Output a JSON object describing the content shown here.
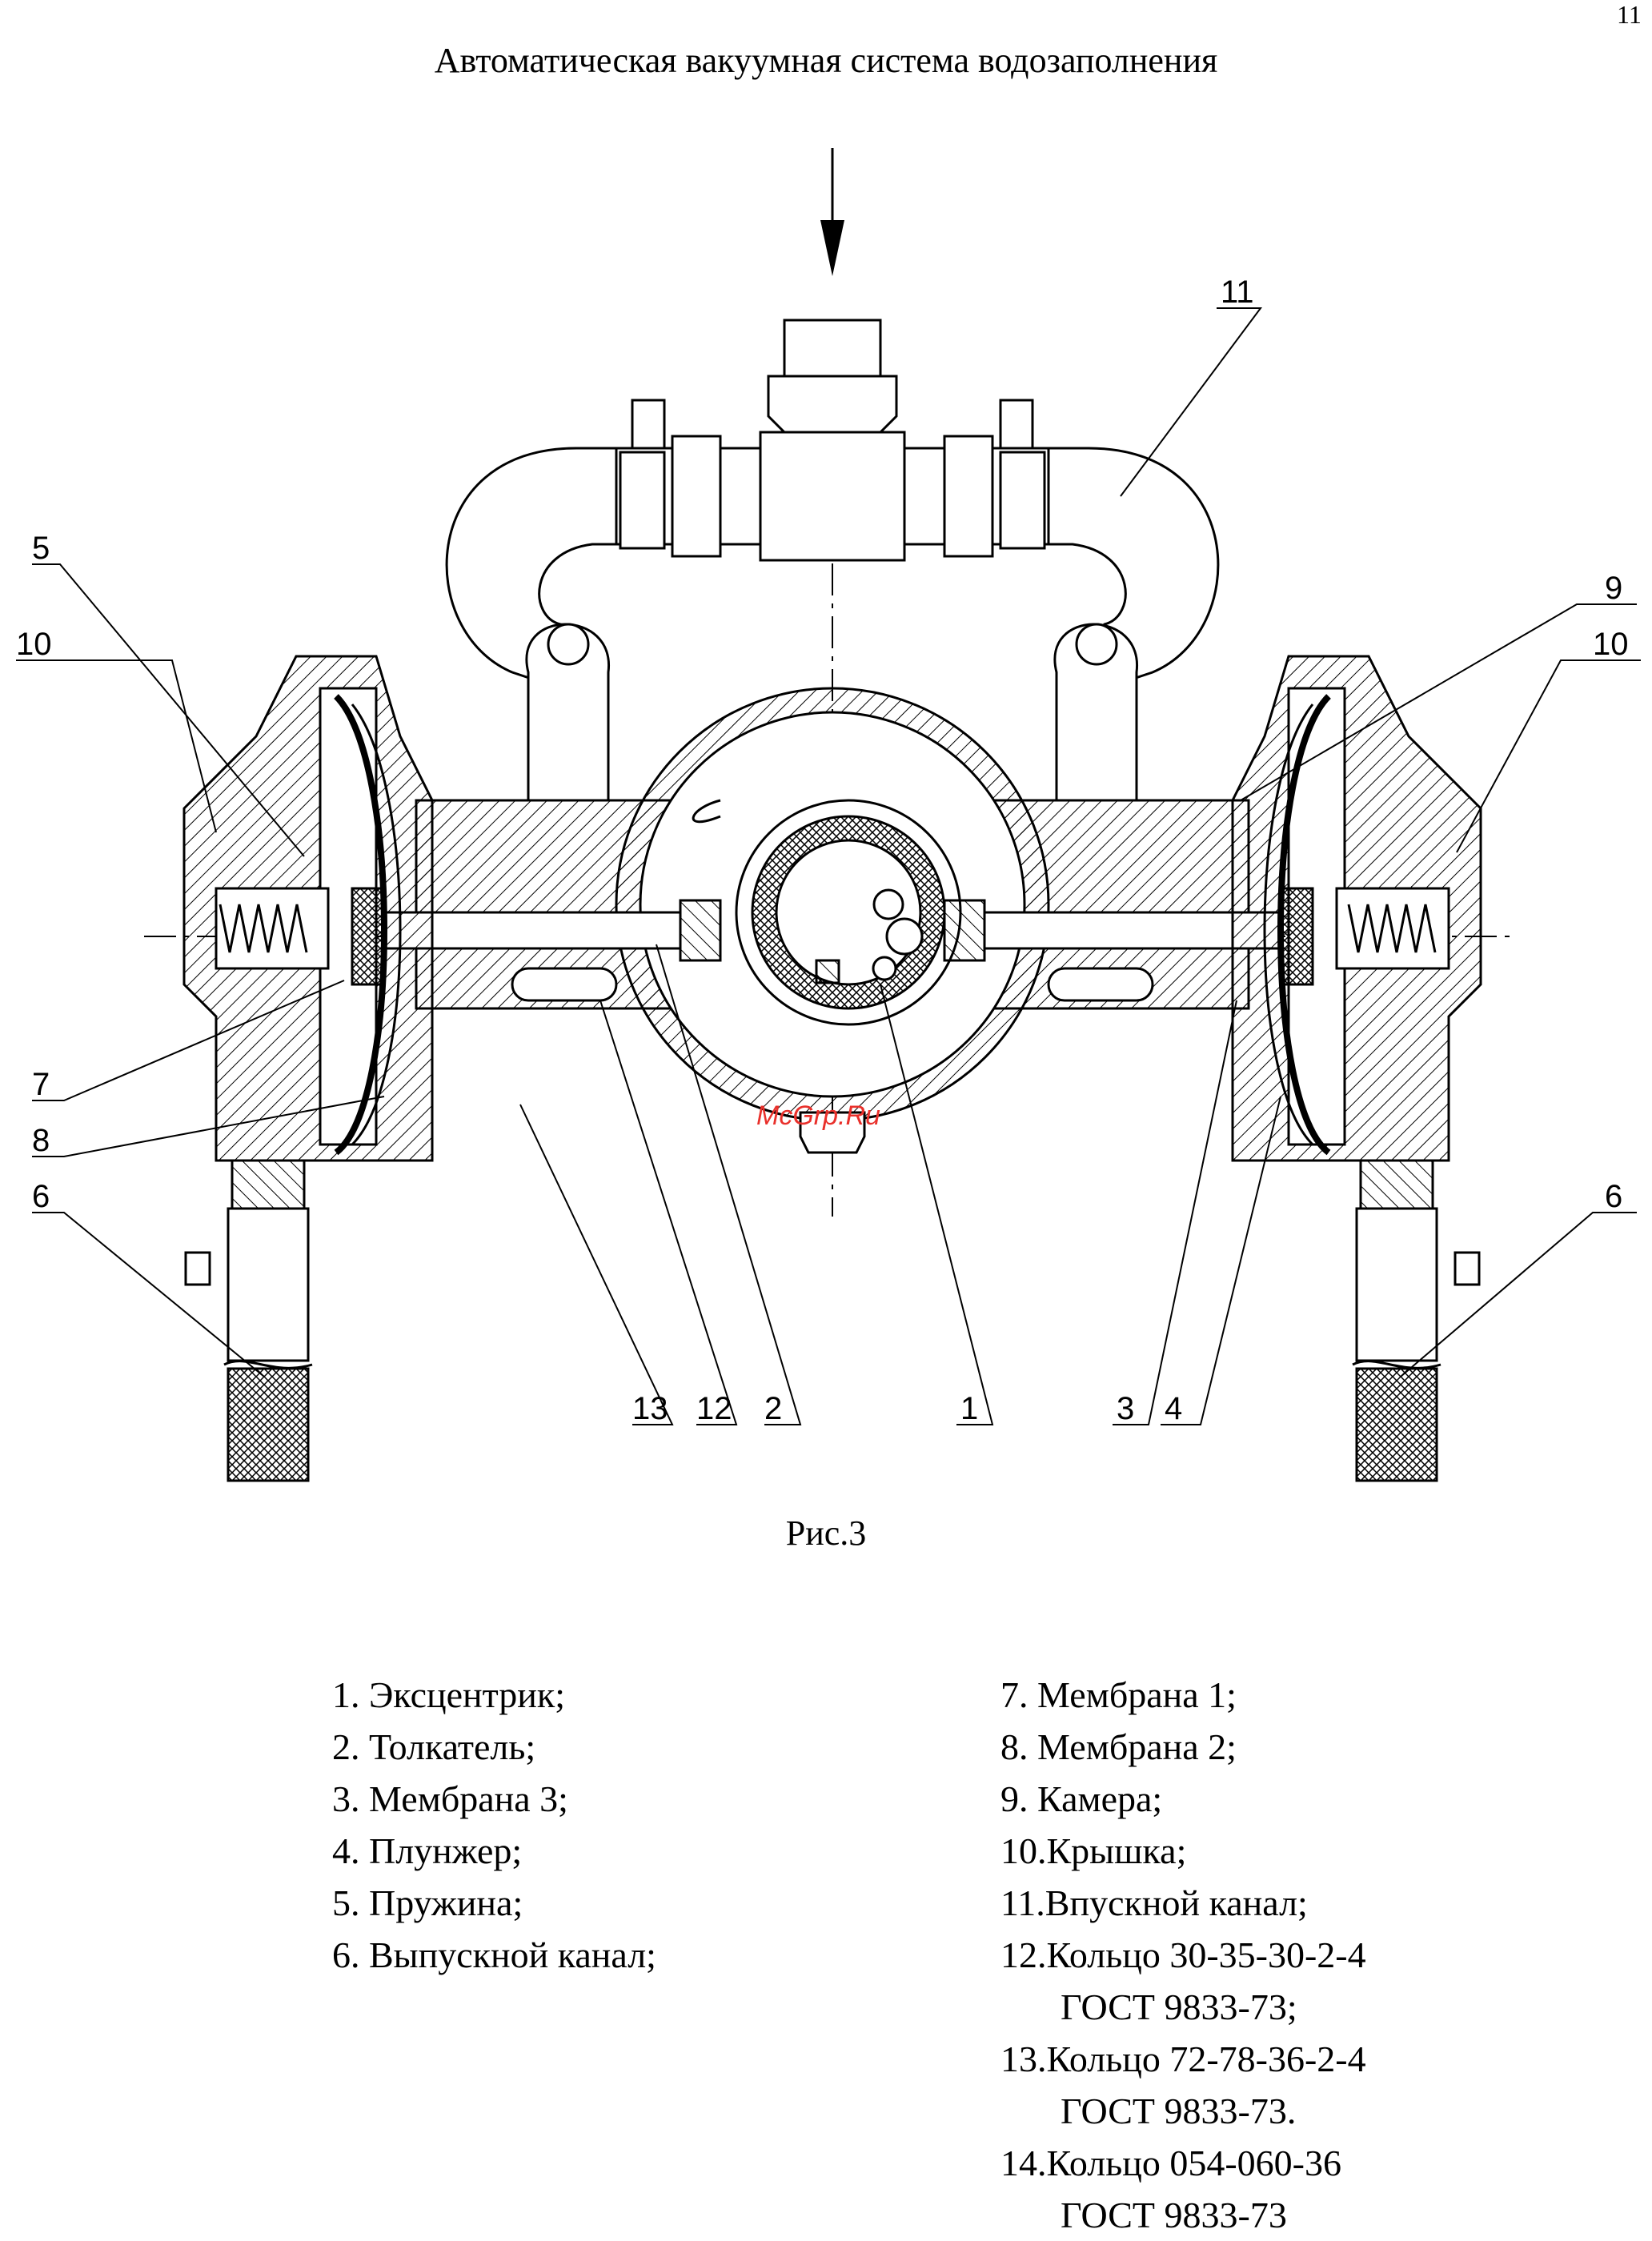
{
  "page_number": "11",
  "title": "Автоматическая вакуумная система водозаполнения",
  "figure_caption": "Рис.3",
  "watermark": "McGrp.Ru",
  "callouts": {
    "c1": "1",
    "c2": "2",
    "c3": "3",
    "c4": "4",
    "c5": "5",
    "c6_left": "6",
    "c6_right": "6",
    "c7": "7",
    "c8": "8",
    "c9": "9",
    "c10_left": "10",
    "c10_right": "10",
    "c11": "11",
    "c12": "12",
    "c13": "13"
  },
  "legend_left": [
    "1.  Эксцентрик;",
    "2.  Толкатель;",
    "3.  Мембрана 3;",
    "4.  Плунжер;",
    "5.  Пружина;",
    "6.  Выпускной канал;"
  ],
  "legend_right": [
    {
      "line": "7.  Мембрана 1;",
      "cont": ""
    },
    {
      "line": "8.  Мембрана 2;",
      "cont": ""
    },
    {
      "line": "9.  Камера;",
      "cont": ""
    },
    {
      "line": "10.Крышка;",
      "cont": ""
    },
    {
      "line": "11.Впускной канал;",
      "cont": ""
    },
    {
      "line": "12.Кольцо 30-35-30-2-4",
      "cont": "ГОСТ 9833-73;"
    },
    {
      "line": "13.Кольцо 72-78-36-2-4",
      "cont": "ГОСТ 9833-73."
    },
    {
      "line": "14.Кольцо 054-060-36",
      "cont": "ГОСТ 9833-73"
    }
  ]
}
